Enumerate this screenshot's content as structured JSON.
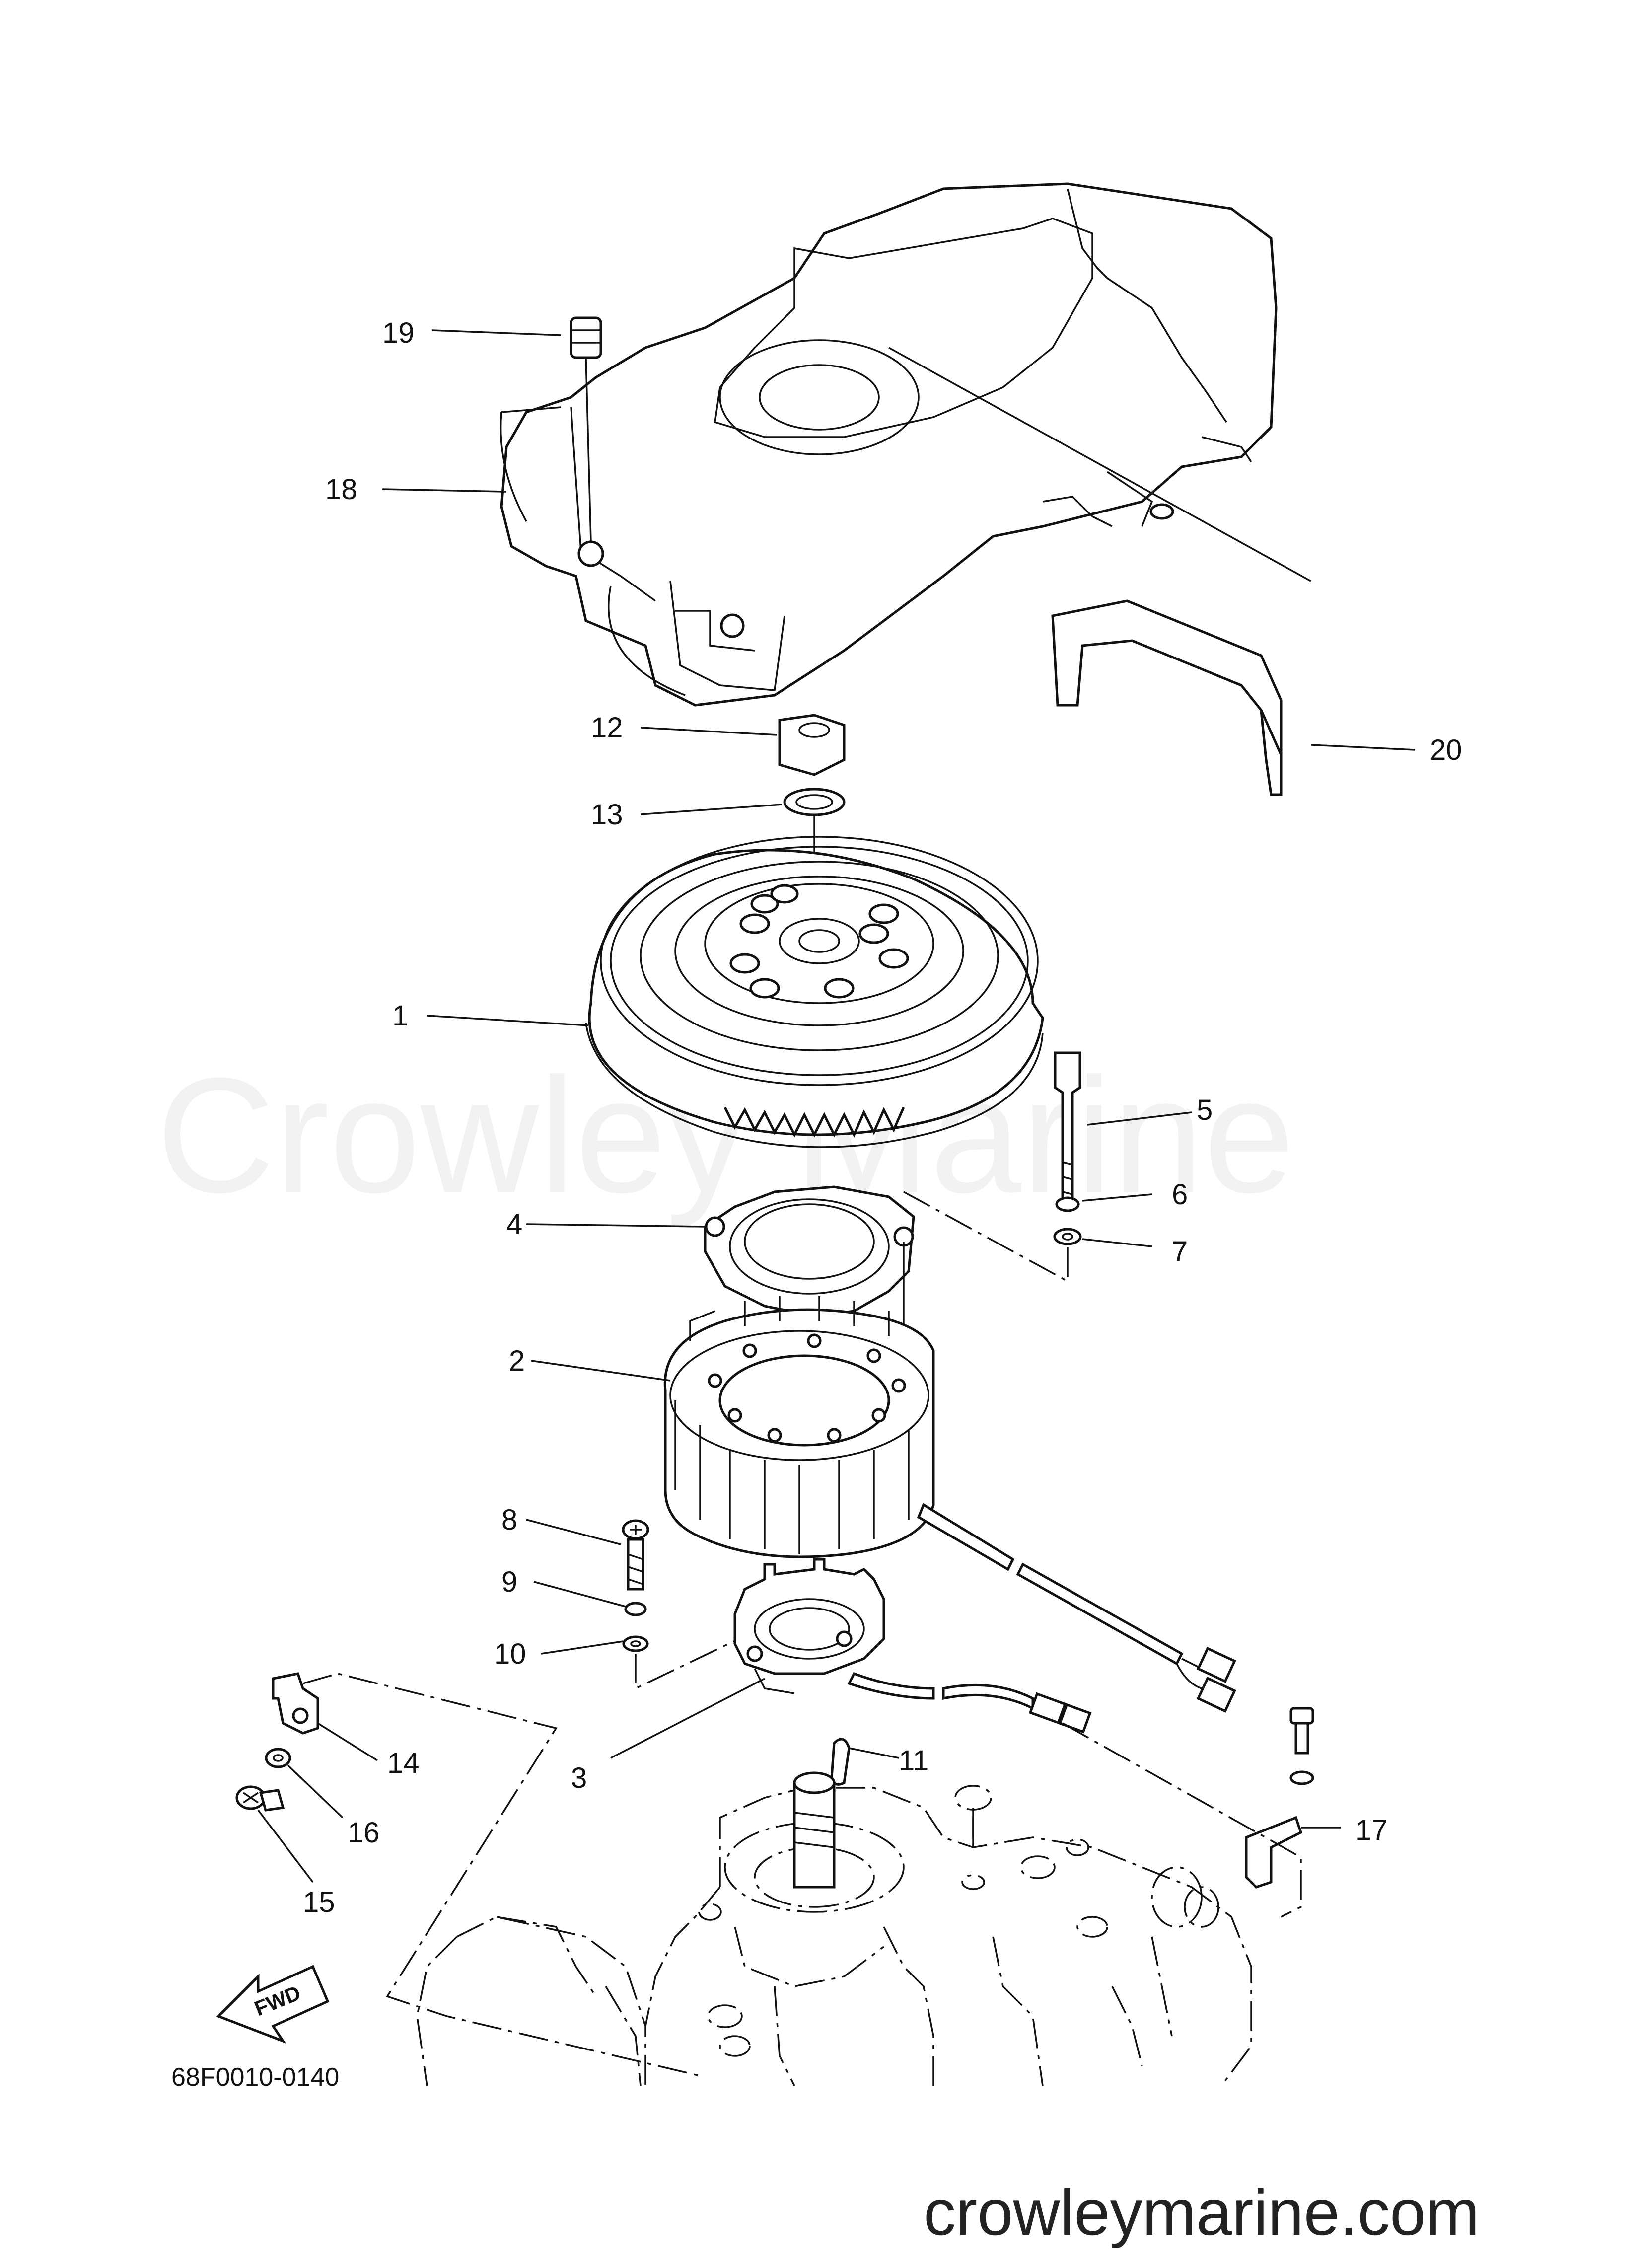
{
  "watermark": "Crowley Marine",
  "site_url": "crowleymarine.com",
  "diagram_code": "68F0010-0140",
  "direction_badge": "FWD",
  "callouts": {
    "c1": "1",
    "c2": "2",
    "c3": "3",
    "c4": "4",
    "c5": "5",
    "c6": "6",
    "c7": "7",
    "c8": "8",
    "c9": "9",
    "c10": "10",
    "c11": "11",
    "c12": "12",
    "c13": "13",
    "c14": "14",
    "c15": "15",
    "c16": "16",
    "c17": "17",
    "c18": "18",
    "c19": "19",
    "c20": "20"
  },
  "icons": {
    "direction": "arrow-left-icon"
  }
}
